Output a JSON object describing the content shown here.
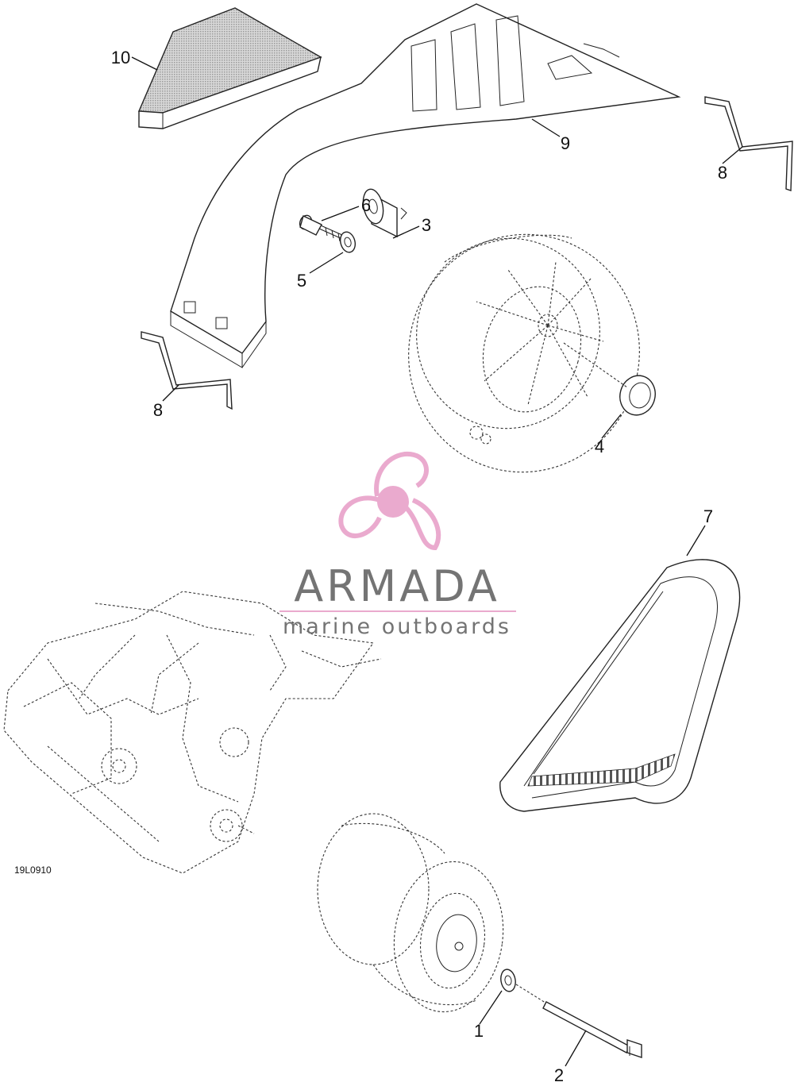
{
  "diagram": {
    "drawing_code": "19L0910",
    "callouts": [
      {
        "id": "c10",
        "label": "10"
      },
      {
        "id": "c9",
        "label": "9"
      },
      {
        "id": "c8a",
        "label": "8"
      },
      {
        "id": "c8b",
        "label": "8"
      },
      {
        "id": "c6",
        "label": "6"
      },
      {
        "id": "c3",
        "label": "3"
      },
      {
        "id": "c5",
        "label": "5"
      },
      {
        "id": "c4",
        "label": "4"
      },
      {
        "id": "c7",
        "label": "7"
      },
      {
        "id": "c1",
        "label": "1"
      },
      {
        "id": "c2",
        "label": "2"
      }
    ]
  },
  "watermark": {
    "brand": "ARMADA",
    "tagline": "marine outboards",
    "colors": {
      "logo": "#e9a6cc",
      "text": "#6d6d6d"
    }
  }
}
